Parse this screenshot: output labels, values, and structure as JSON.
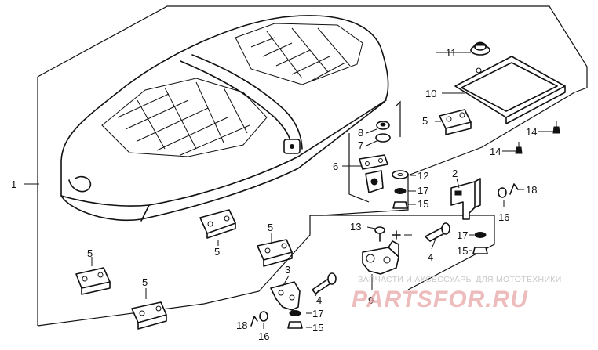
{
  "callouts": [
    {
      "id": "c1",
      "text": "1"
    },
    {
      "id": "c2",
      "text": "2"
    },
    {
      "id": "c3",
      "text": "3"
    },
    {
      "id": "c4a",
      "text": "4"
    },
    {
      "id": "c4b",
      "text": "4"
    },
    {
      "id": "c5a",
      "text": "5"
    },
    {
      "id": "c5b",
      "text": "5"
    },
    {
      "id": "c5c",
      "text": "5"
    },
    {
      "id": "c5d",
      "text": "5"
    },
    {
      "id": "c5e",
      "text": "5"
    },
    {
      "id": "c5f",
      "text": "5"
    },
    {
      "id": "c6",
      "text": "6"
    },
    {
      "id": "c7",
      "text": "7"
    },
    {
      "id": "c8",
      "text": "8"
    },
    {
      "id": "c9",
      "text": "9"
    },
    {
      "id": "c10",
      "text": "10"
    },
    {
      "id": "c11",
      "text": "11"
    },
    {
      "id": "c12",
      "text": "12"
    },
    {
      "id": "c13",
      "text": "13"
    },
    {
      "id": "c14a",
      "text": "14"
    },
    {
      "id": "c14b",
      "text": "14"
    },
    {
      "id": "c15a",
      "text": "15"
    },
    {
      "id": "c15b",
      "text": "15"
    },
    {
      "id": "c15c",
      "text": "15"
    },
    {
      "id": "c16a",
      "text": "16"
    },
    {
      "id": "c16b",
      "text": "16"
    },
    {
      "id": "c17a",
      "text": "17"
    },
    {
      "id": "c17b",
      "text": "17"
    },
    {
      "id": "c17c",
      "text": "17"
    },
    {
      "id": "c18a",
      "text": "18"
    },
    {
      "id": "c18b",
      "text": "18"
    }
  ],
  "watermark": {
    "tagline": "ЗАПЧАСТИ И АКСЕССУАРЫ ДЛЯ МОТОТЕХНИКИ",
    "brand": "PARTSFOR.RU"
  },
  "colors": {
    "ink": "#111111",
    "watermark_brand": "#e7a6a6",
    "watermark_tagline": "#c9c9c9"
  }
}
